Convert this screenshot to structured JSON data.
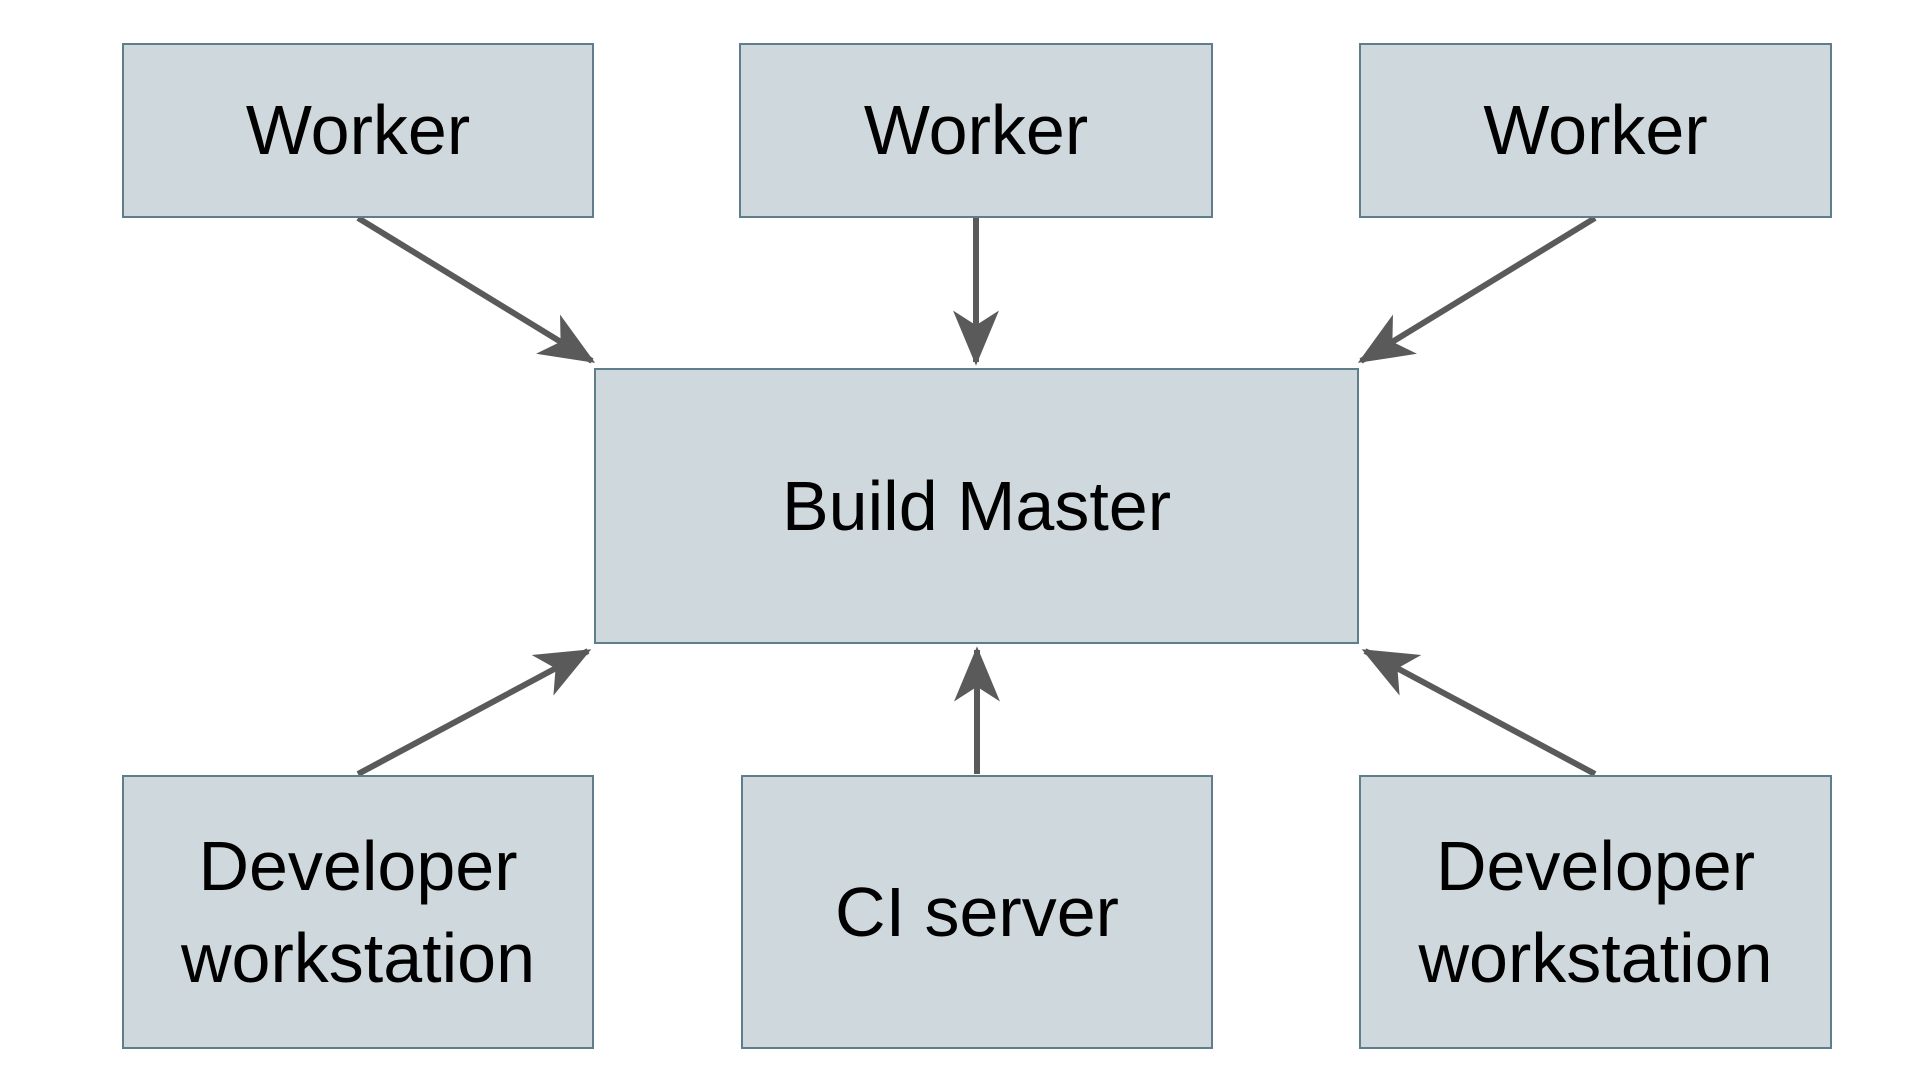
{
  "diagram": {
    "type": "architecture-flow",
    "background_color": "#ffffff",
    "colors": {
      "node_fill": "#cfd8dc",
      "node_border": "#607d8b",
      "arrow": "#5a5a5a",
      "text": "#000000"
    },
    "nodes": [
      {
        "id": "worker-1",
        "label": "Worker",
        "row": "top"
      },
      {
        "id": "worker-2",
        "label": "Worker",
        "row": "top"
      },
      {
        "id": "worker-3",
        "label": "Worker",
        "row": "top"
      },
      {
        "id": "build-master",
        "label": "Build Master",
        "row": "middle"
      },
      {
        "id": "dev-workstation-left",
        "label": "Developer workstation",
        "row": "bottom"
      },
      {
        "id": "ci-server",
        "label": "CI server",
        "row": "bottom"
      },
      {
        "id": "dev-workstation-right",
        "label": "Developer workstation",
        "row": "bottom"
      }
    ],
    "edges": [
      {
        "from": "worker-1",
        "to": "build-master",
        "direction": "down-right"
      },
      {
        "from": "worker-2",
        "to": "build-master",
        "direction": "down"
      },
      {
        "from": "worker-3",
        "to": "build-master",
        "direction": "down-left"
      },
      {
        "from": "dev-workstation-left",
        "to": "build-master",
        "direction": "up-right"
      },
      {
        "from": "ci-server",
        "to": "build-master",
        "direction": "up"
      },
      {
        "from": "dev-workstation-right",
        "to": "build-master",
        "direction": "up-left"
      }
    ]
  }
}
